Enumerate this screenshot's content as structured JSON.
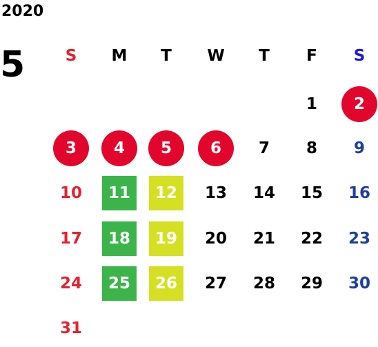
{
  "header": {
    "year": "2020",
    "month": "5"
  },
  "colors": {
    "sunday": "#e3232f",
    "saturday_header": "#1a1ae0",
    "saturday": "#1f3f99",
    "weekday": "#000000",
    "holiday_circle": "#e3062c",
    "green_mark": "#3bb54a",
    "yellow_mark": "#d4e021"
  },
  "weekdays": [
    {
      "label": "S",
      "color": "#e3232f"
    },
    {
      "label": "M",
      "color": "#000000"
    },
    {
      "label": "T",
      "color": "#000000"
    },
    {
      "label": "W",
      "color": "#000000"
    },
    {
      "label": "T",
      "color": "#000000"
    },
    {
      "label": "F",
      "color": "#000000"
    },
    {
      "label": "S",
      "color": "#1a1ae0"
    }
  ],
  "weeks": [
    [
      null,
      null,
      null,
      null,
      null,
      {
        "day": "1",
        "mark": "none"
      },
      {
        "day": "2",
        "mark": "holiday"
      }
    ],
    [
      {
        "day": "3",
        "mark": "holiday"
      },
      {
        "day": "4",
        "mark": "holiday"
      },
      {
        "day": "5",
        "mark": "holiday"
      },
      {
        "day": "6",
        "mark": "holiday"
      },
      {
        "day": "7",
        "mark": "none"
      },
      {
        "day": "8",
        "mark": "none"
      },
      {
        "day": "9",
        "mark": "none"
      }
    ],
    [
      {
        "day": "10",
        "mark": "none"
      },
      {
        "day": "11",
        "mark": "green"
      },
      {
        "day": "12",
        "mark": "yellow"
      },
      {
        "day": "13",
        "mark": "none"
      },
      {
        "day": "14",
        "mark": "none"
      },
      {
        "day": "15",
        "mark": "none"
      },
      {
        "day": "16",
        "mark": "none"
      }
    ],
    [
      {
        "day": "17",
        "mark": "none"
      },
      {
        "day": "18",
        "mark": "green"
      },
      {
        "day": "19",
        "mark": "yellow"
      },
      {
        "day": "20",
        "mark": "none"
      },
      {
        "day": "21",
        "mark": "none"
      },
      {
        "day": "22",
        "mark": "none"
      },
      {
        "day": "23",
        "mark": "none"
      }
    ],
    [
      {
        "day": "24",
        "mark": "none"
      },
      {
        "day": "25",
        "mark": "green"
      },
      {
        "day": "26",
        "mark": "yellow"
      },
      {
        "day": "27",
        "mark": "none"
      },
      {
        "day": "28",
        "mark": "none"
      },
      {
        "day": "29",
        "mark": "none"
      },
      {
        "day": "30",
        "mark": "none"
      }
    ],
    [
      {
        "day": "31",
        "mark": "none"
      },
      null,
      null,
      null,
      null,
      null,
      null
    ]
  ]
}
